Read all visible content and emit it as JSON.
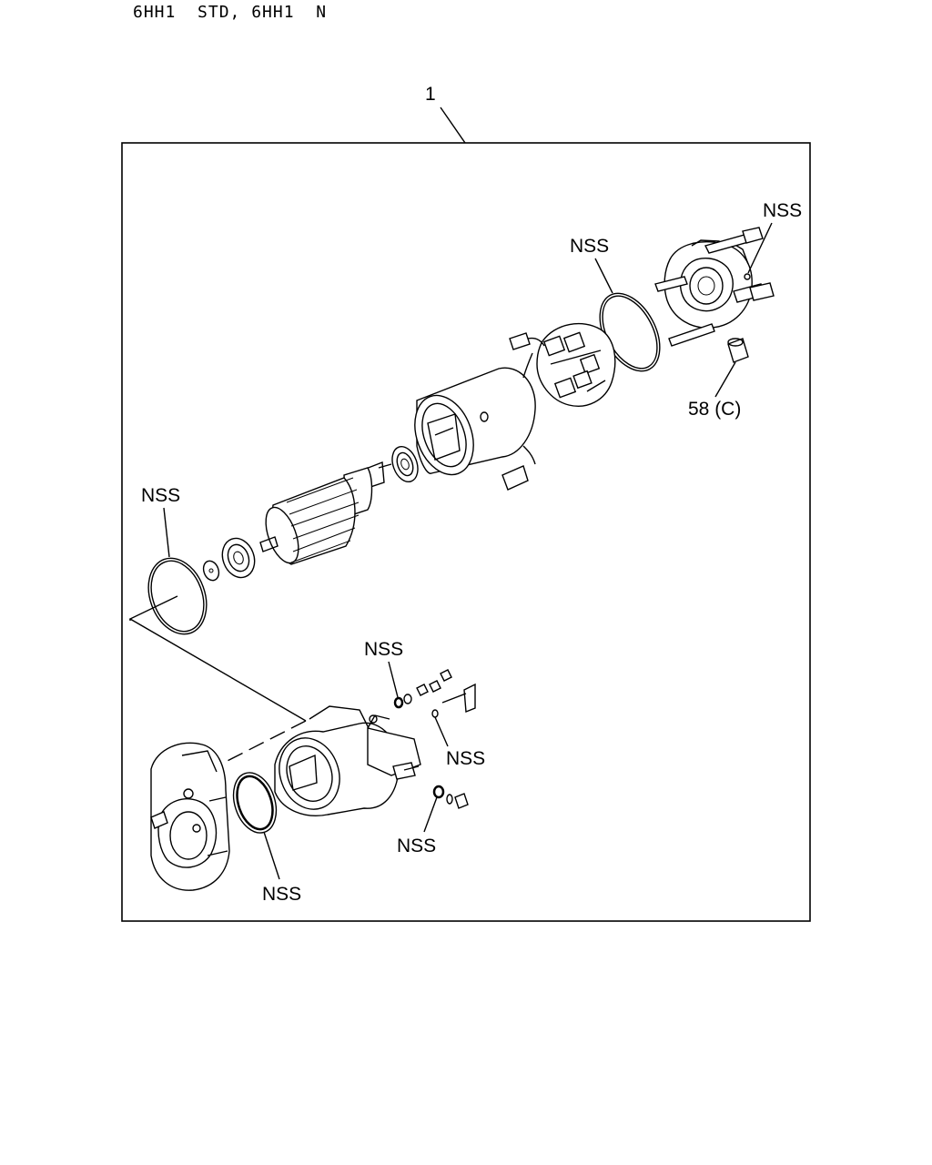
{
  "header": {
    "model_label": "6HH1  STD, 6HH1  N"
  },
  "diagram": {
    "assembly_callout": "1",
    "callouts": [
      {
        "id": "nss_rear_bolt",
        "label": "NSS"
      },
      {
        "id": "nss_rear_oring",
        "label": "NSS"
      },
      {
        "id": "part_58c",
        "label": "58 (C)"
      },
      {
        "id": "nss_front_oring",
        "label": "NSS"
      },
      {
        "id": "nss_washer_top",
        "label": "NSS"
      },
      {
        "id": "nss_washer_mid",
        "label": "NSS"
      },
      {
        "id": "nss_washer_low",
        "label": "NSS"
      },
      {
        "id": "nss_housing_seal",
        "label": "NSS"
      }
    ]
  }
}
